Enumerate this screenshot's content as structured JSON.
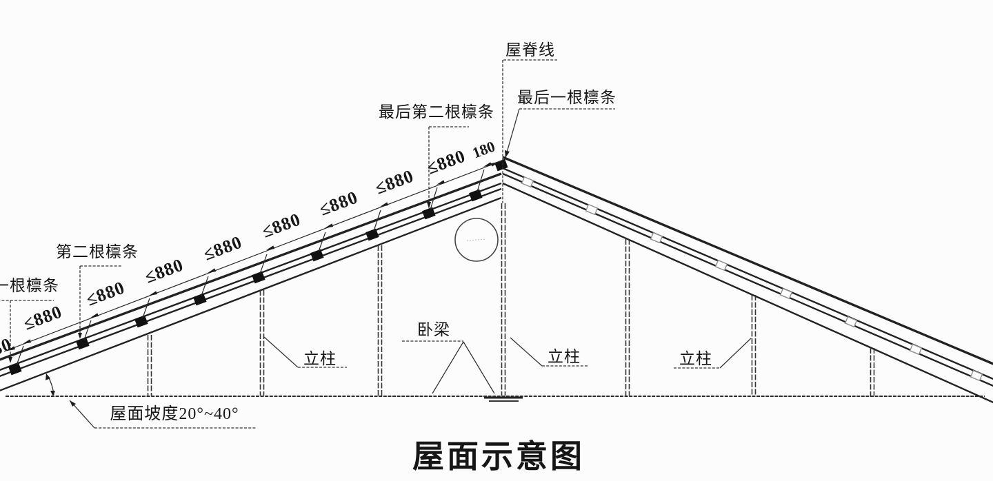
{
  "diagram": {
    "title": "屋面示意图",
    "labels": {
      "ridge_line": "屋脊线",
      "last_purlin": "最后一根檩条",
      "second_last_purlin": "最后第二根檩条",
      "second_purlin": "第二根檩条",
      "first_purlin": "一根檩条",
      "beam": "卧梁",
      "column": "立柱",
      "slope_range": "屋面坡度20°~40°"
    },
    "dimensions": {
      "purlin_spacing": "≤880",
      "ridge_offset": "180"
    },
    "colors": {
      "line": "#222222",
      "text": "#161616",
      "background": "#fcfcfc"
    }
  }
}
